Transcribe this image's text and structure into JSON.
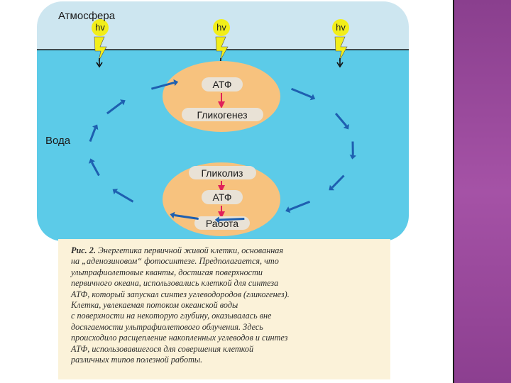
{
  "diagram": {
    "atmosphere_label": "Атмосфера",
    "water_label": "Вода",
    "hv_label": "hv",
    "top_cell": {
      "atp_label": "АТФ",
      "process_label": "Гликогенез"
    },
    "bottom_cell": {
      "glycolysis_label": "Гликолиз",
      "atp_label": "АТФ",
      "work_label": "Работа"
    },
    "colors": {
      "sky": "#cde6f0",
      "water": "#5ccbe8",
      "cell": "#f7c27e",
      "arrow_red": "#e0205a",
      "cycle_arrow": "#1e5fb0",
      "sun": "#f2ee1a"
    }
  },
  "caption": {
    "fig_label": "Рис. 2.",
    "text": "Энергетика первичной живой клетки, основанная\nна „аденозиновом“ фотосинтезе. Предполагается, что\nультрафиолетовые кванты, достигая поверхности\nпервичного океана, использовались клеткой для синтеза\nАТФ, который запускал синтез углеводородов (гликогенез).\nКлетка, увлекаемая потоком океанской воды\nс поверхности на некоторую глубину, оказывалась вне\nдосягаемости ультрафиолетового облучения. Здесь\nпроисходило расщепление накопленных углеводов и синтез\nАТФ, использовавшегося для совершения клеткой\nразличных типов полезной работы."
  }
}
